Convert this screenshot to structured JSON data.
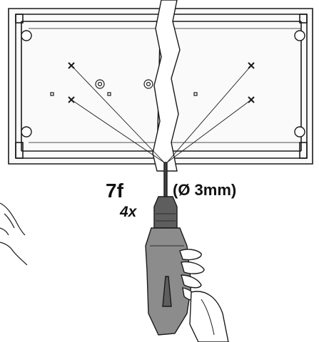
{
  "step": {
    "number": "7f",
    "count": "4x",
    "drill_size": "(Ø 3mm)"
  },
  "icons": {
    "drill": "power-drill-icon",
    "hand": "hand-icon",
    "mark": "cross-mark-icon"
  },
  "colors": {
    "line": "#1a1a1a",
    "drill_body": "#8c8c8c",
    "drill_chuck": "#5e5e5e",
    "background": "#ffffff"
  }
}
